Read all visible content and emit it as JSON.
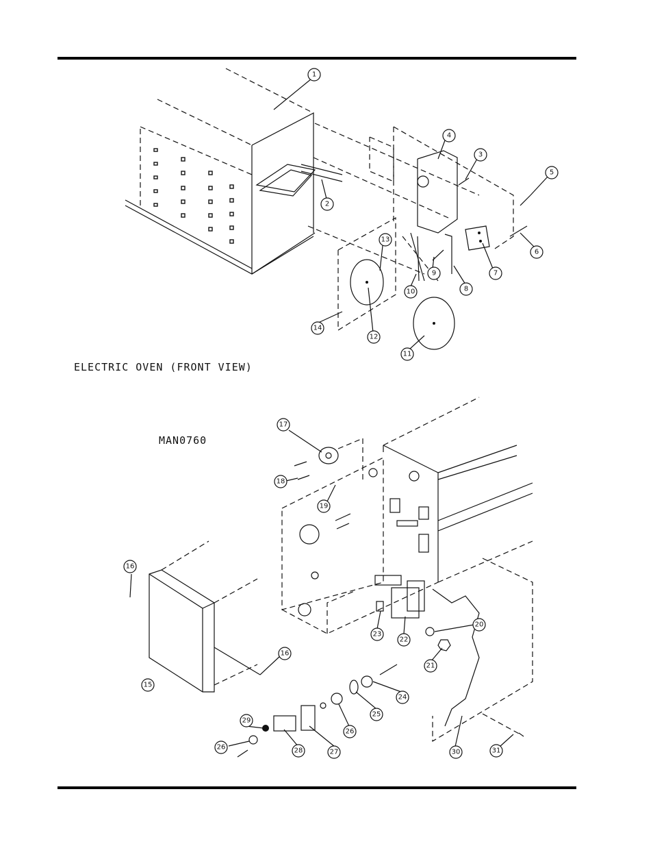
{
  "captions": {
    "front_view": "ELECTRIC OVEN (FRONT VIEW)",
    "model_code": "MAN0760"
  },
  "callouts": {
    "c1": "1",
    "c2": "2",
    "c3": "3",
    "c4": "4",
    "c5": "5",
    "c6": "6",
    "c7": "7",
    "c8": "8",
    "c9": "9",
    "c10": "10",
    "c11": "11",
    "c12": "12",
    "c13": "13",
    "c14": "14",
    "c15": "15",
    "c16a": "16",
    "c16b": "16",
    "c17": "17",
    "c18": "18",
    "c19": "19",
    "c20": "20",
    "c21": "21",
    "c22": "22",
    "c23": "23",
    "c24": "24",
    "c25": "25",
    "c26a": "26",
    "c26b": "26",
    "c27": "27",
    "c28": "28",
    "c29": "29",
    "c30": "30",
    "c31": "31"
  }
}
